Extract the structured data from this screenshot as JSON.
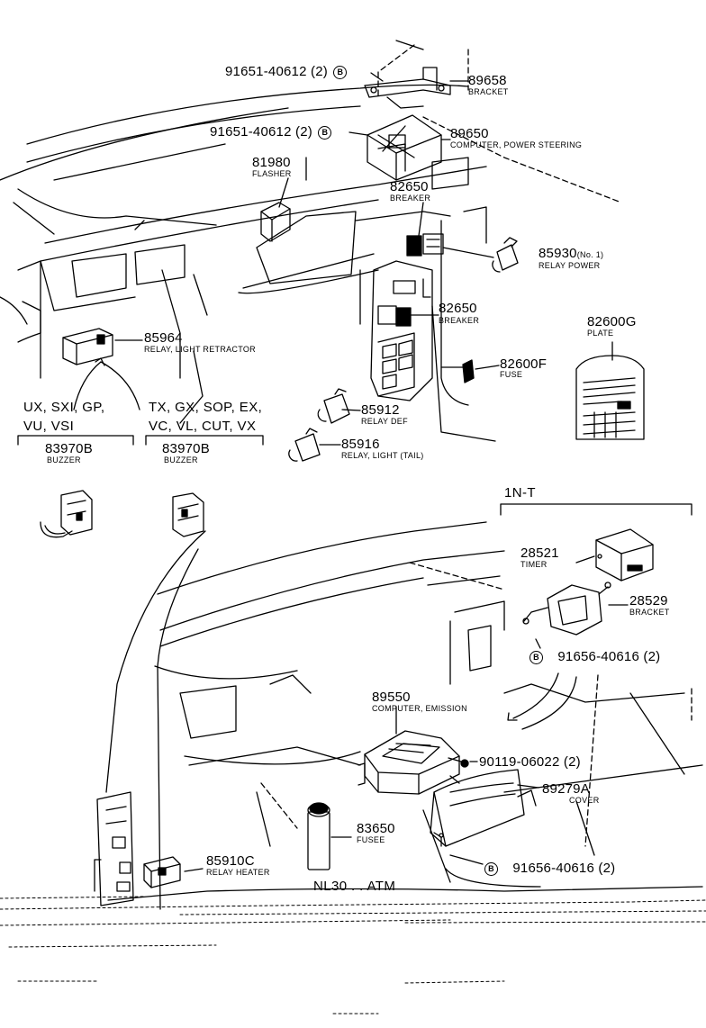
{
  "parts": {
    "p91651a": {
      "number": "91651-40612",
      "qty": "(2)",
      "marker": "B"
    },
    "p89658": {
      "number": "89658",
      "name": "BRACKET"
    },
    "p91651b": {
      "number": "91651-40612",
      "qty": "(2)",
      "marker": "B"
    },
    "p89650": {
      "number": "89650",
      "name": "COMPUTER, POWER  STEERING"
    },
    "p81980": {
      "number": "81980",
      "name": "FLASHER"
    },
    "p82650a": {
      "number": "82650",
      "name": "BREAKER"
    },
    "p85930": {
      "number": "85930",
      "suffix": "(No. 1)",
      "name": "RELAY POWER"
    },
    "p82650b": {
      "number": "82650",
      "name": "BREAKER"
    },
    "p82600g": {
      "number": "82600G",
      "name": "PLATE"
    },
    "p85964": {
      "number": "85964",
      "name": "RELAY, LIGHT RETRACTOR"
    },
    "p82600f": {
      "number": "82600F",
      "name": "FUSE"
    },
    "p85912": {
      "number": "85912",
      "name": "RELAY DEF"
    },
    "p85916": {
      "number": "85916",
      "name": "RELAY, LIGHT (TAIL)"
    },
    "p83970b_a": {
      "number": "83970B",
      "name": "BUZZER"
    },
    "p83970b_b": {
      "number": "83970B",
      "name": "BUZZER"
    },
    "p28521": {
      "number": "28521",
      "name": "TIMER"
    },
    "p28529": {
      "number": "28529",
      "name": "BRACKET"
    },
    "p91656a": {
      "number": "91656-40616",
      "qty": "(2)",
      "marker": "B"
    },
    "p89550": {
      "number": "89550",
      "name": "COMPUTER, EMISSION"
    },
    "p90119": {
      "number": "90119-06022",
      "qty": "(2)"
    },
    "p89279a": {
      "number": "89279A",
      "name": "COVER"
    },
    "p85910c": {
      "number": "85910C",
      "name": "RELAY HEATER"
    },
    "p83650": {
      "number": "83650",
      "name": "FUSEE"
    },
    "p91656b": {
      "number": "91656-40616",
      "qty": "(2)",
      "marker": "B"
    }
  },
  "models": {
    "left_line1": "UX, SXI, GP,",
    "left_line2": "VU, VSI",
    "right_line1": "TX, GX, SOP, EX,",
    "right_line2": "VC, VL, CUT, VX",
    "transmission": "1N-T",
    "bottom_note": "NL30 . . ATM"
  }
}
